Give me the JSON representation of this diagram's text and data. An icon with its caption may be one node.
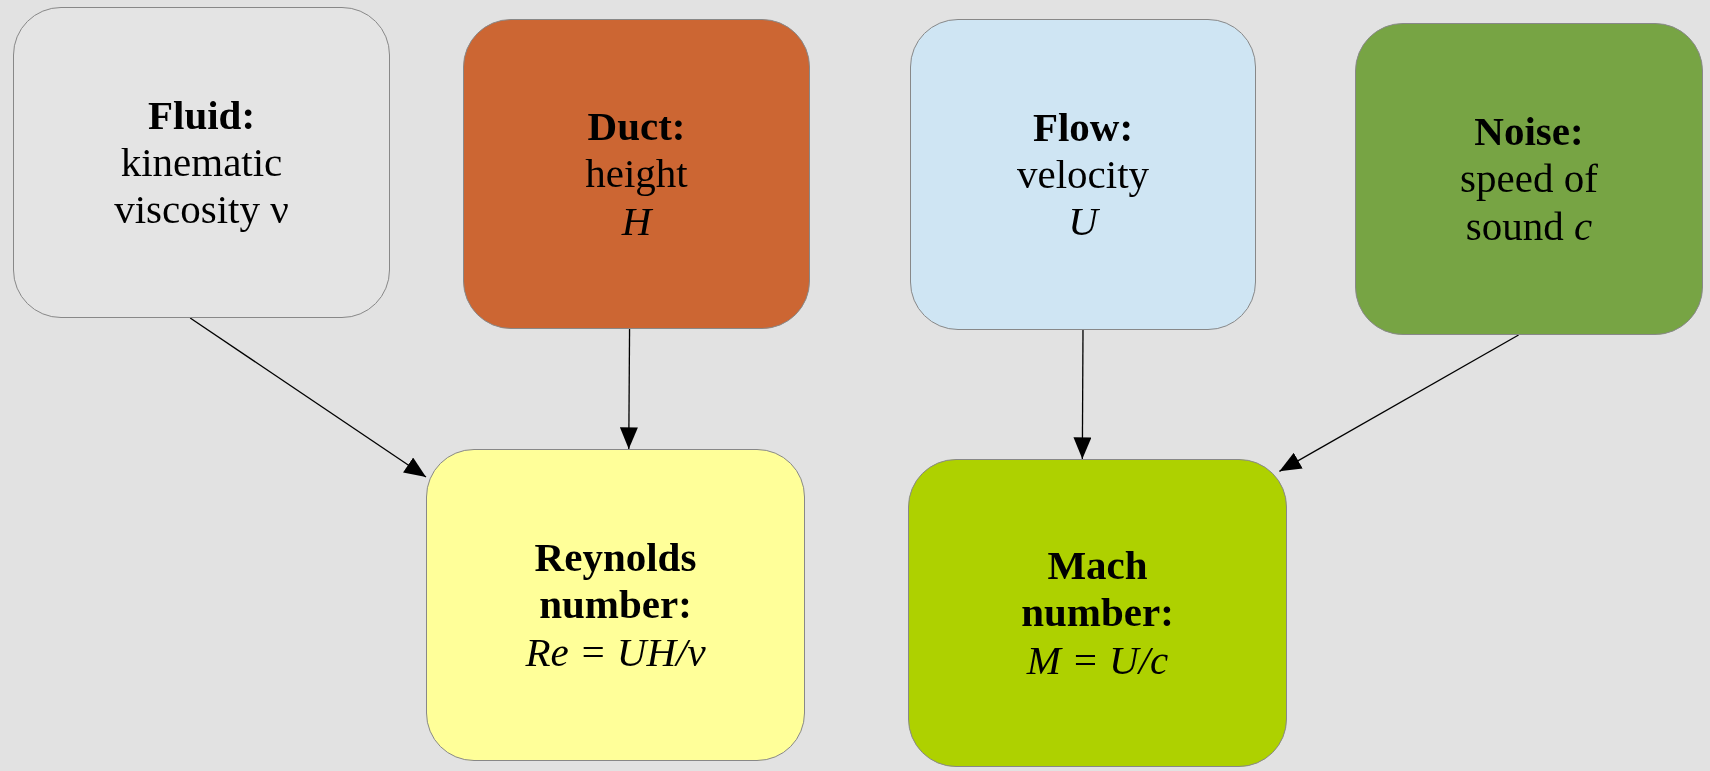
{
  "diagram": {
    "nodes": [
      {
        "text": [
          "Fluid:",
          "kinematic viscosity ν"
        ]
      },
      {
        "text": [
          "Duct:",
          "height *H*"
        ]
      },
      {
        "text": [
          "Flow:",
          "velocity *U*"
        ]
      },
      {
        "text": [
          "Noise:",
          "speed of sound *c*"
        ]
      },
      {
        "text": [
          "Reynolds number:",
          "Re = UH/ν"
        ]
      },
      {
        "text": [
          "Mach number:",
          "M = U/c"
        ]
      }
    ],
    "edges": [
      {
        "from": 0,
        "to": 4,
        "arrow": "to"
      },
      {
        "from": 1,
        "to": 4,
        "arrow": "to"
      },
      {
        "from": 2,
        "to": 5,
        "arrow": "to"
      },
      {
        "from": 3,
        "to": 5,
        "arrow": "to"
      }
    ]
  }
}
